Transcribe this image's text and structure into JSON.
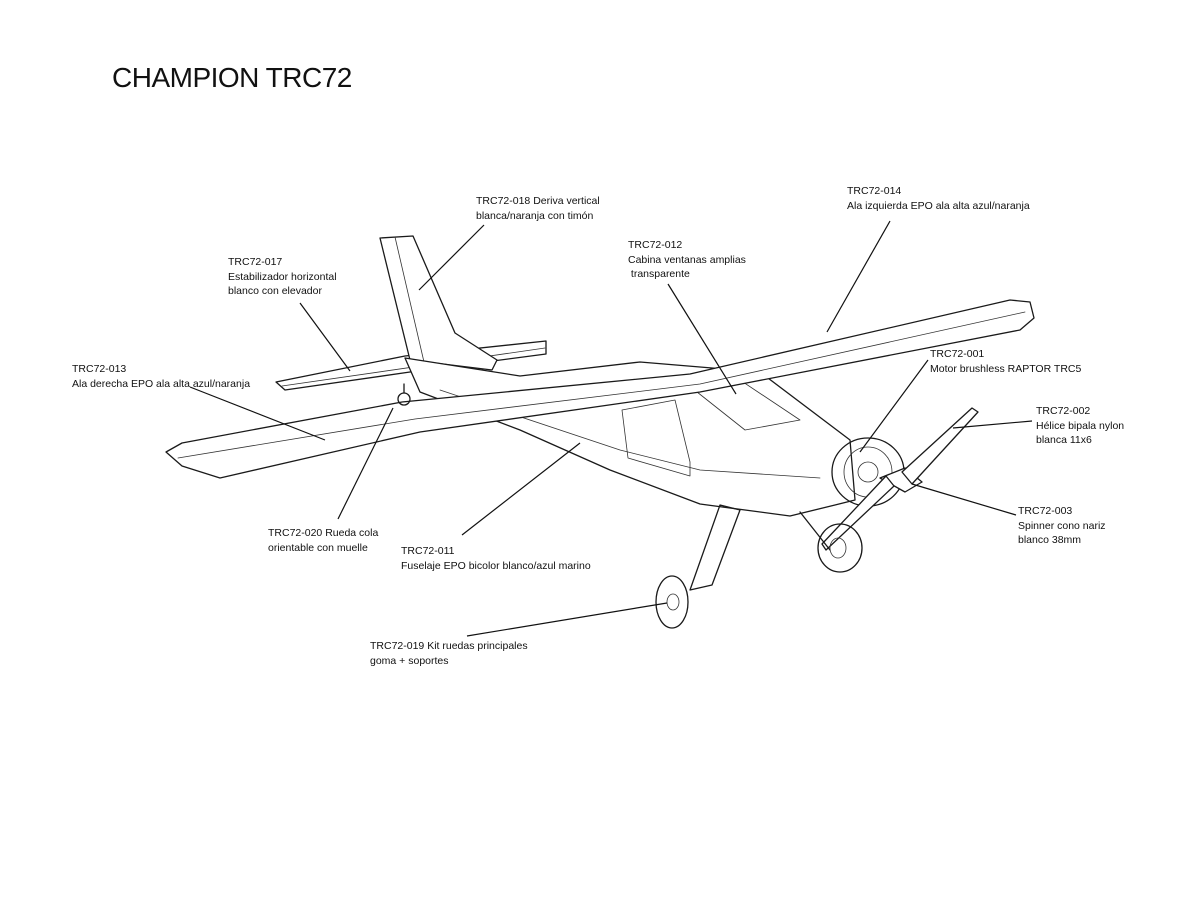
{
  "title": "CHAMPION TRC72",
  "callouts": [
    {
      "code": "TRC72-018",
      "lines": [
        "TRC72-018 Deriva vertical",
        "blanca/naranja con timón"
      ]
    },
    {
      "code": "TRC72-014",
      "lines": [
        "TRC72-014",
        "Ala izquierda EPO ala alta azul/naranja"
      ]
    },
    {
      "code": "TRC72-012",
      "lines": [
        "TRC72-012",
        "Cabina ventanas amplias",
        " transparente"
      ]
    },
    {
      "code": "TRC72-017",
      "lines": [
        "TRC72-017",
        "Estabilizador horizontal",
        "blanco con elevador"
      ]
    },
    {
      "code": "TRC72-001",
      "lines": [
        "TRC72-001",
        "Motor brushless RAPTOR TRC5"
      ]
    },
    {
      "code": "TRC72-013",
      "lines": [
        "TRC72-013",
        "Ala derecha EPO ala alta azul/naranja"
      ]
    },
    {
      "code": "TRC72-002",
      "lines": [
        "TRC72-002",
        "Hélice bipala nylon",
        "blanca 11x6"
      ]
    },
    {
      "code": "TRC72-003",
      "lines": [
        "TRC72-003",
        "Spinner cono nariz",
        "blanco 38mm"
      ]
    },
    {
      "code": "TRC72-020",
      "lines": [
        "TRC72-020 Rueda cola",
        "orientable con muelle"
      ]
    },
    {
      "code": "TRC72-011",
      "lines": [
        "TRC72-011",
        "Fuselaje EPO bicolor blanco/azul marino"
      ]
    },
    {
      "code": "TRC72-019",
      "lines": [
        "TRC72-019 Kit ruedas principales",
        "goma + soportes"
      ]
    }
  ]
}
